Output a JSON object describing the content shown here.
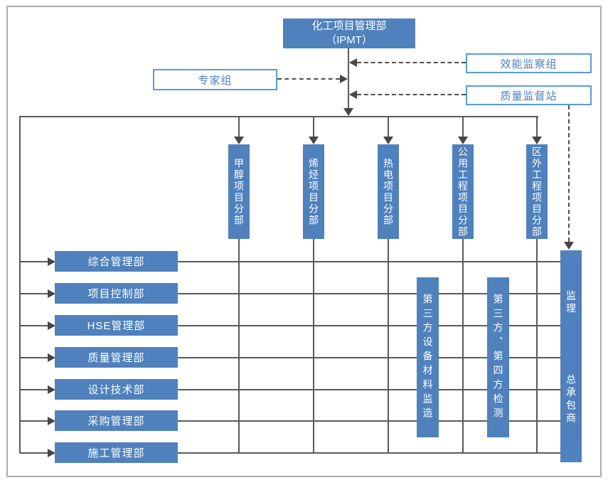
{
  "diagram": {
    "root": {
      "line1": "化工项目管理部",
      "line2": "（IPMT）"
    },
    "expert_group": {
      "label": "专家组"
    },
    "efficiency_group": {
      "label": "效能监察组"
    },
    "quality_station": {
      "label": "质量监督站"
    },
    "divisions": [
      {
        "label": "甲醇项目分部"
      },
      {
        "label": "烯烃项目分部"
      },
      {
        "label": "热电项目分部"
      },
      {
        "label": "公用工程项目分部"
      },
      {
        "label": "区外工程项目分部"
      }
    ],
    "departments": [
      {
        "label": "综合管理部"
      },
      {
        "label": "项目控制部"
      },
      {
        "label": "HSE管理部"
      },
      {
        "label": "质量管理部"
      },
      {
        "label": "设计技术部"
      },
      {
        "label": "采购管理部"
      },
      {
        "label": "施工管理部"
      }
    ],
    "third_party": [
      {
        "label": "第三方设备材料监造"
      },
      {
        "label": "第三方、第四方检测"
      }
    ],
    "contractor": {
      "supervision": "监理",
      "general": "总承包商"
    },
    "colors": {
      "node_fill": "#4f81bd",
      "node_text": "#ffffff",
      "outline_border": "#5b9bd5",
      "outline_text": "#4f81bd",
      "line": "#5a5a5a"
    }
  }
}
